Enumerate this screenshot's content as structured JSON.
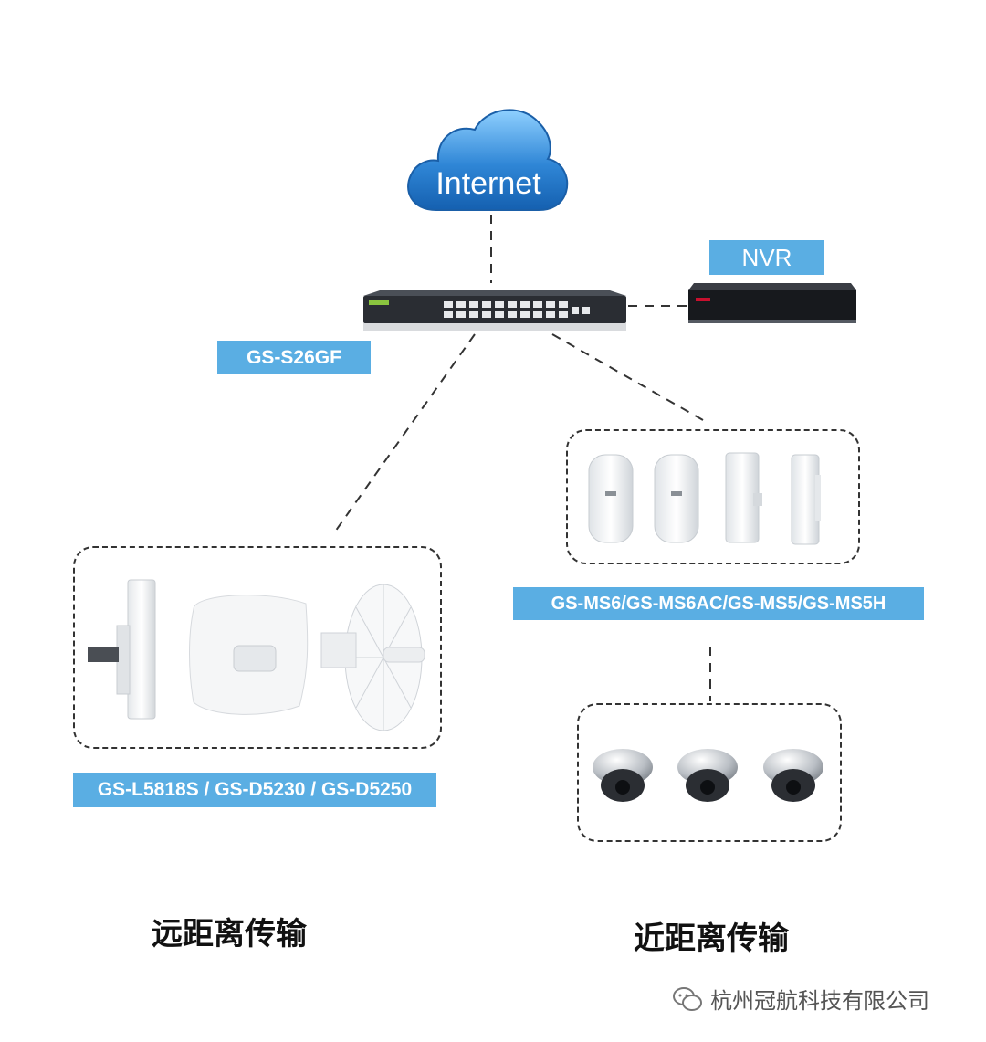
{
  "cloud": {
    "label": "Internet",
    "color": "#2f86d6"
  },
  "nvr": {
    "label": "NVR"
  },
  "switch": {
    "label": "GS-S26GF"
  },
  "near_bridges": {
    "label": "GS-MS6/GS-MS6AC/GS-MS5/GS-MS5H"
  },
  "far_bridges": {
    "label": "GS-L5818S / GS-D5230 / GS-D5250"
  },
  "captions": {
    "far": "远距离传输",
    "near": "近距离传输"
  },
  "watermark": {
    "text": "杭州冠航科技有限公司",
    "icon": "wechat-icon"
  },
  "colors": {
    "label_bg": "#5aaee3",
    "line": "#333333"
  }
}
